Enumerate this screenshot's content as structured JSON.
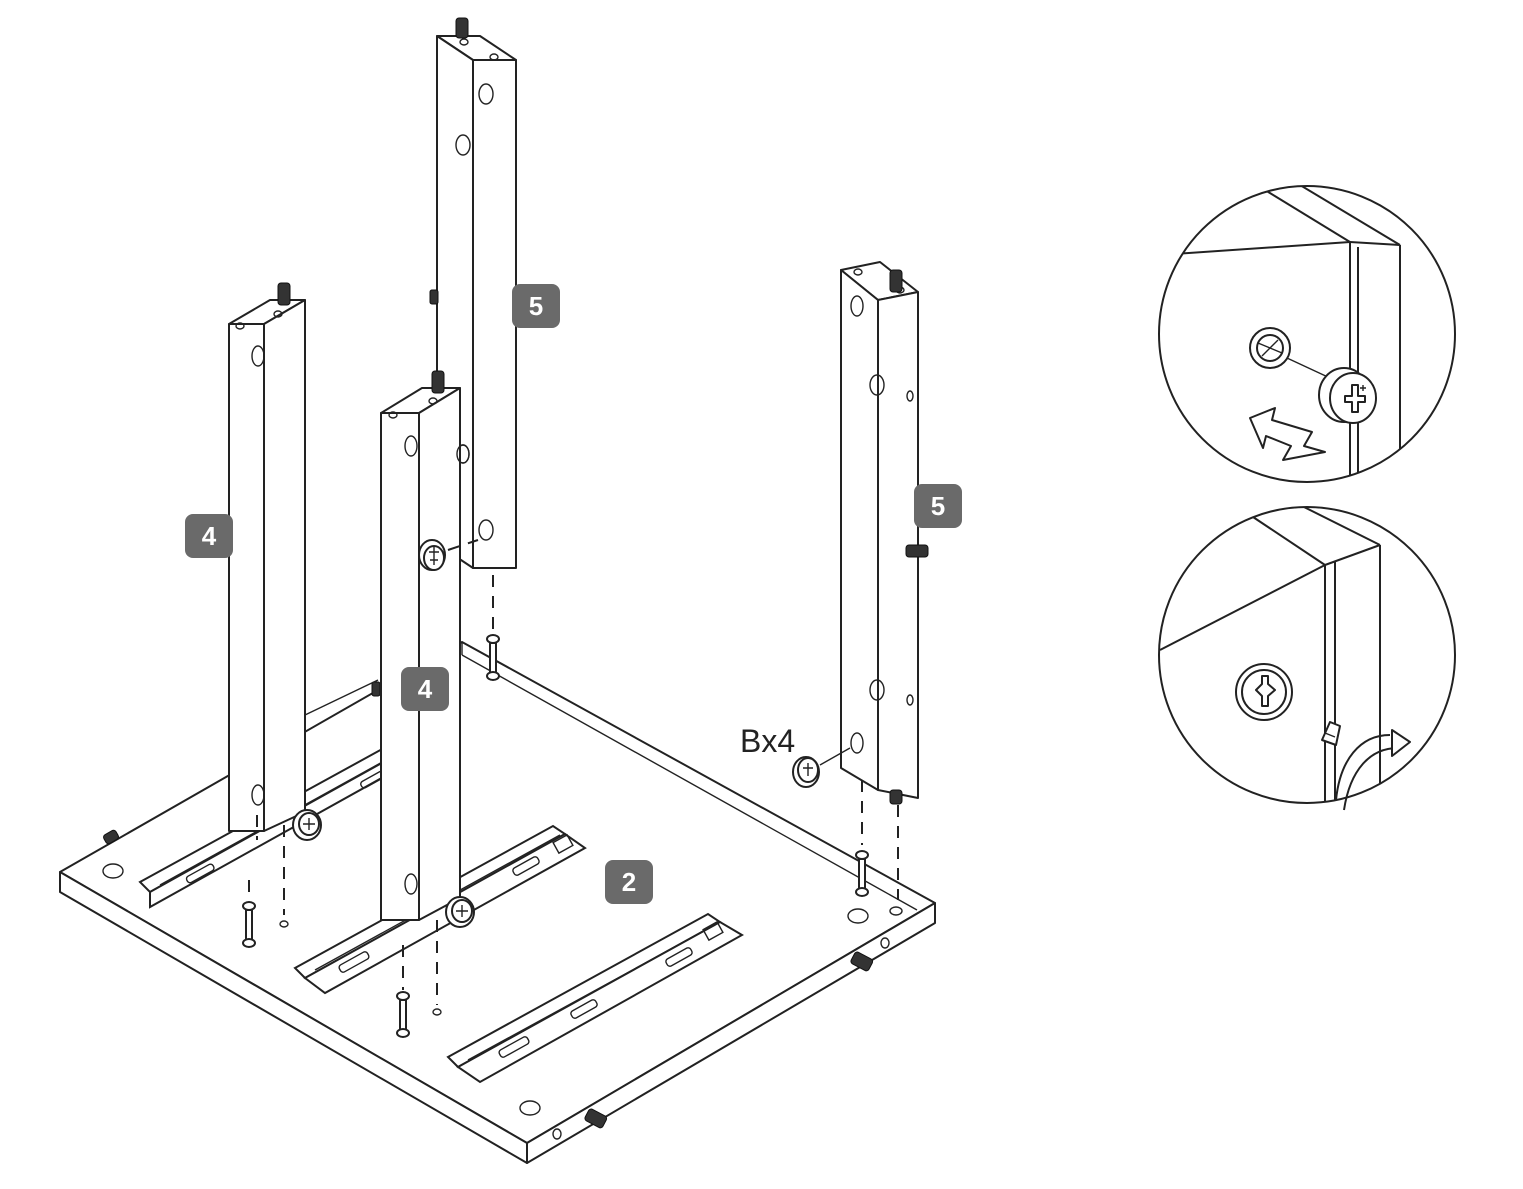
{
  "parts": {
    "base_panel": "2",
    "front_leg_left": "4",
    "front_leg_center": "4",
    "back_leg_left": "5",
    "back_leg_right": "5"
  },
  "hardware": {
    "quantity_label": "Bx4"
  },
  "colors": {
    "line": "#222222",
    "badge_fill": "#6a6a6a",
    "badge_text": "#ffffff",
    "background": "#ffffff"
  }
}
